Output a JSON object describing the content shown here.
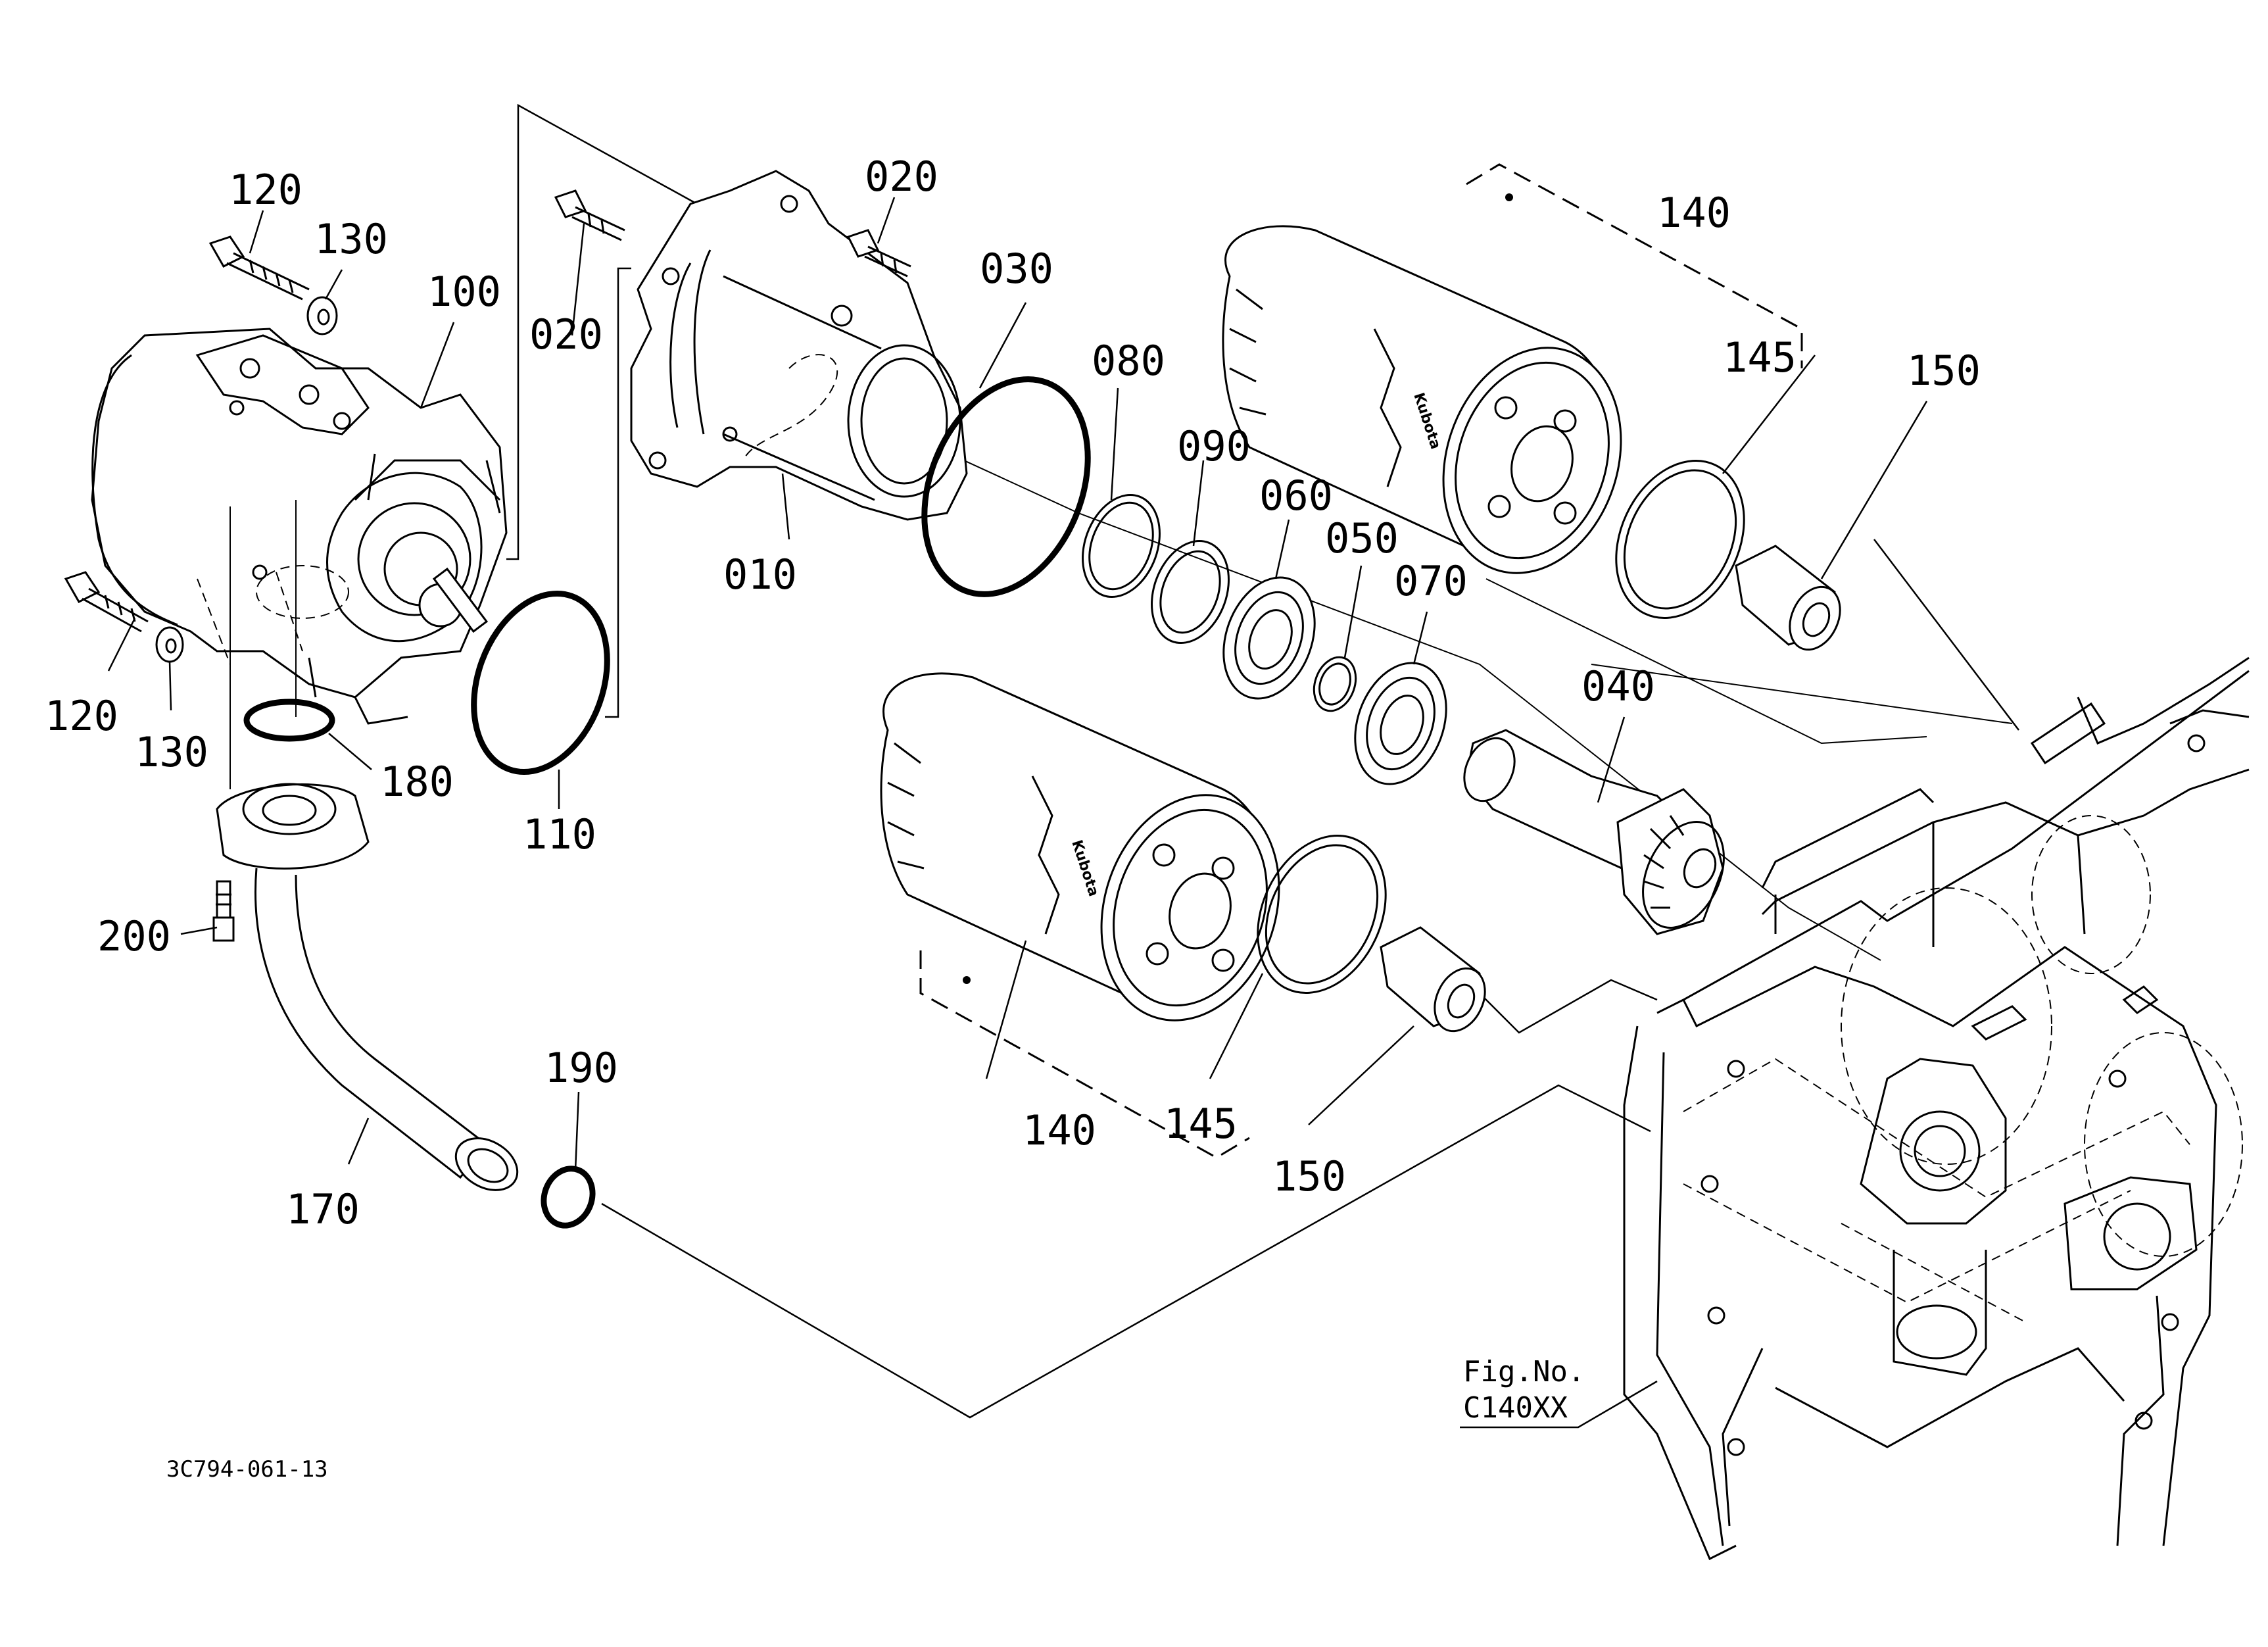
{
  "labels": {
    "l120a": "120",
    "l130a": "130",
    "l100": "100",
    "l020a": "020",
    "l020b": "020",
    "l030": "030",
    "l010": "010",
    "l080": "080",
    "l090": "090",
    "l060": "060",
    "l050": "050",
    "l070": "070",
    "l140a": "140",
    "l145a": "145",
    "l150a": "150",
    "l040": "040",
    "l120b": "120",
    "l130b": "130",
    "l180": "180",
    "l110": "110",
    "l200": "200",
    "l190": "190",
    "l170": "170",
    "l140b": "140",
    "l145b": "145",
    "l150b": "150"
  },
  "figure": {
    "fig_no_label": "Fig.No.",
    "fig_no_value": "C140XX"
  },
  "drawing_number": "3C794-061-13",
  "filter_brand": "Kubota"
}
